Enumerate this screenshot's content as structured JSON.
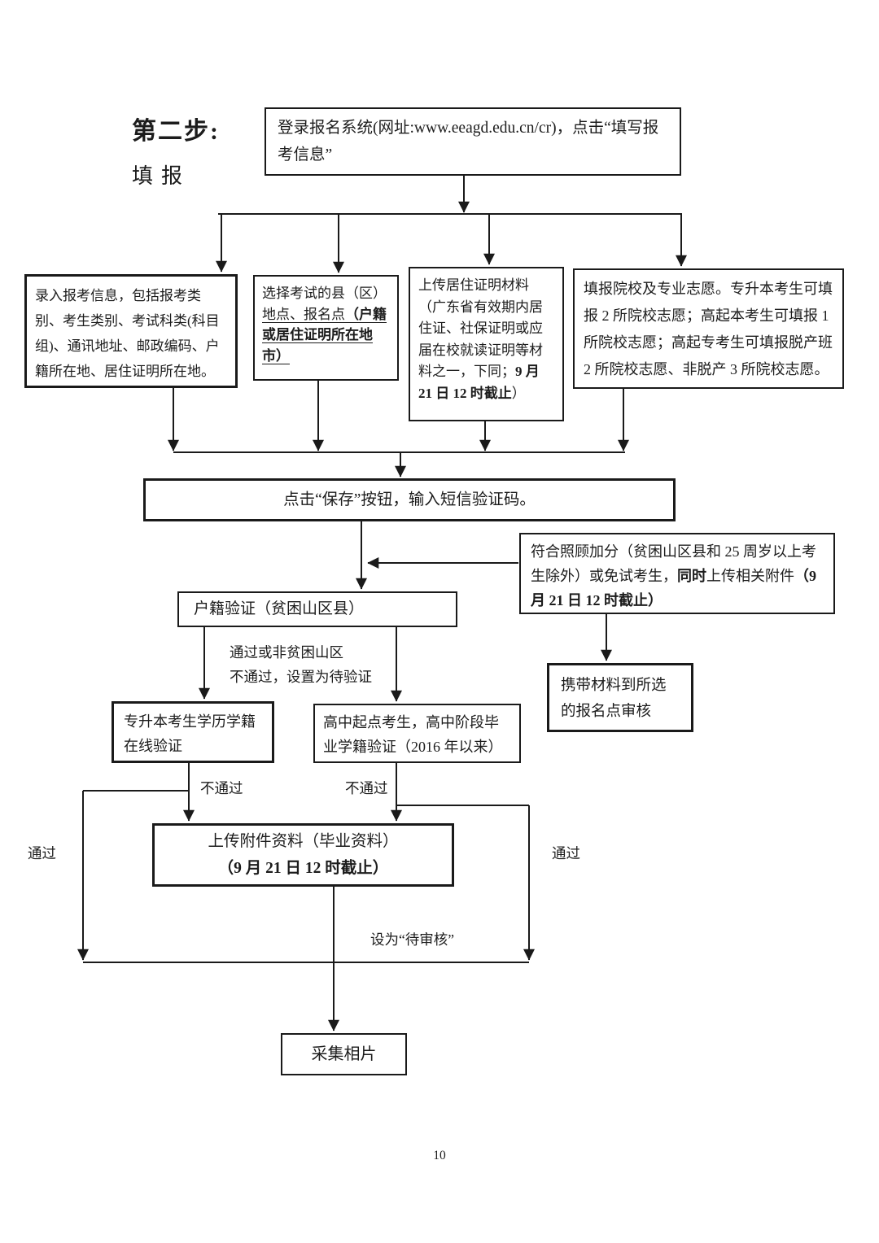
{
  "title": {
    "step": "第二步:",
    "sub": "填报"
  },
  "boxes": {
    "login": {
      "text": "登录报名系统(网址:www.eeagd.edu.cn/cr)，点击“填写报考信息”"
    },
    "enter_info": {
      "text": "录入报考信息，包括报考类别、考生类别、考试科类(科目组)、通讯地址、邮政编码、户籍所在地、居住证明所在地。"
    },
    "select_site": {
      "normal": "选择考试的县（区）",
      "underlined": "地点、报名点",
      "bold_underlined": "（户籍或居住证明所在地市）"
    },
    "upload_residence": {
      "pre": "上传居住证明材料（广东省有效期内居住证、社保证明或应届在校就读证明等材料之一，下同；",
      "bold": "9 月 21 日 12 时截止",
      "post": "）"
    },
    "fill_preferences": {
      "text": "填报院校及专业志愿。专升本考生可填报 2 所院校志愿；高起本考生可填报 1 所院校志愿；高起专考生可填报脱产班 2 所院校志愿、非脱产 3 所院校志愿。"
    },
    "save": {
      "text": "点击“保存”按钮，输入短信验证码。"
    },
    "bonus": {
      "pre": "符合照顾加分（贫困山区县和 25 周岁以上考生除外）或免试考生，",
      "bold_mid": "同时",
      "mid": "上传相关附件",
      "bold_end": "（9 月 21 日 12 时截止）"
    },
    "household_check": {
      "text": "户籍验证（贫困山区县）"
    },
    "bring_materials": {
      "text": "携带材料到所选的报名点审核"
    },
    "zsb_check": {
      "text": "专升本考生学历学籍在线验证"
    },
    "gqd_check": {
      "text": "高中起点考生，高中阶段毕业学籍验证（2016 年以来）"
    },
    "upload_attachment": {
      "line1": "上传附件资料（毕业资料）",
      "line2": "（9 月 21 日 12 时截止）"
    },
    "photo": {
      "text": "采集相片"
    }
  },
  "labels": {
    "household_pass": "通过或非贫困山区",
    "household_fail": "不通过，设置为待验证",
    "fail_left": "不通过",
    "fail_right": "不通过",
    "pass_left": "通过",
    "pass_right": "通过",
    "set_pending": "设为“待审核”"
  },
  "page_number": "10"
}
